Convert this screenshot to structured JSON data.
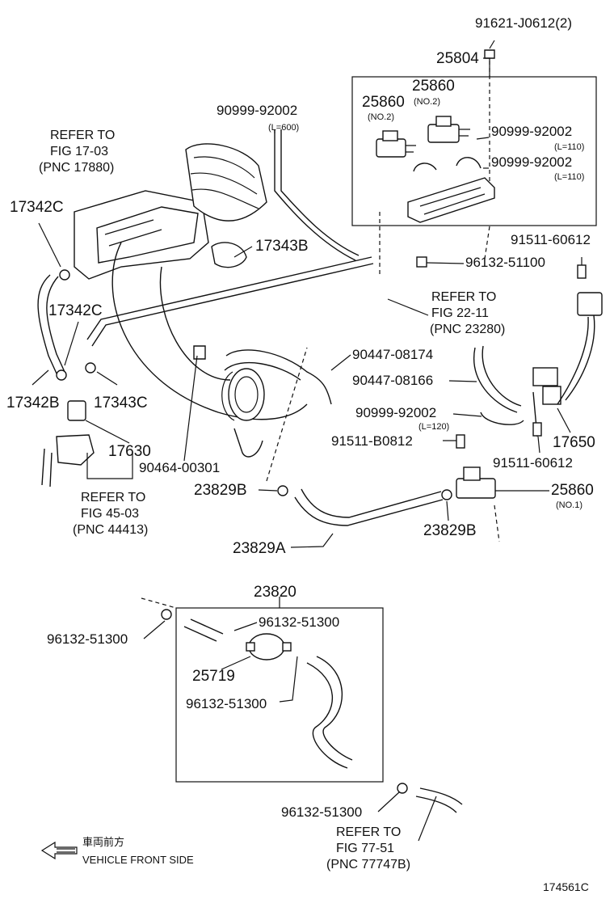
{
  "callouts": {
    "bolt_top": "91621-J0612(2)",
    "bracket_25804": "25804",
    "vsv_25860_title": "25860",
    "vsv_25860_title_sub": "(NO.2)",
    "vsv_25860_left": "25860",
    "vsv_25860_left_sub": "(NO.2)",
    "hose_90999_top": "90999-92002",
    "hose_90999_top_len": "(L=600)",
    "hose_90999_box1": "90999-92002",
    "hose_90999_box1_len": "(L=110)",
    "hose_90999_box2": "90999-92002",
    "hose_90999_box2_len": "(L=110)",
    "refer_17_line1": "REFER TO",
    "refer_17_line2": "FIG 17-03",
    "refer_17_line3": "(PNC 17880)",
    "hose_17342c_top": "17342C",
    "hose_17343b": "17343B",
    "bolt_91511_right": "91511-60612",
    "clip_96132_51100": "96132-51100",
    "refer_22_line1": "REFER TO",
    "refer_22_line2": "FIG 22-11",
    "refer_22_line3": "(PNC 23280)",
    "hose_17342c_mid": "17342C",
    "clamp_90447_08174": "90447-08174",
    "clamp_90447_08166": "90447-08166",
    "hose_17342b": "17342B",
    "hose_17343c": "17343C",
    "hose_90999_mid": "90999-92002",
    "hose_90999_mid_len": "(L=120)",
    "bolt_91511_b0812": "91511-B0812",
    "hose_17650": "17650",
    "sensor_17630": "17630",
    "clip_90464": "90464-00301",
    "bolt_91511_lower": "91511-60612",
    "refer_45_line1": "REFER TO",
    "refer_45_line2": "FIG 45-03",
    "refer_45_line3": "(PNC 44413)",
    "clamp_23829b_left": "23829B",
    "vsv_25860_no1": "25860",
    "vsv_25860_no1_sub": "(NO.1)",
    "clamp_23829b_right": "23829B",
    "hose_23829a": "23829A",
    "assy_23820": "23820",
    "clip_96132_left": "96132-51300",
    "clip_96132_box_top": "96132-51300",
    "filter_25719": "25719",
    "clip_96132_box_bottom": "96132-51300",
    "clip_96132_bottom": "96132-51300",
    "refer_77_line1": "REFER TO",
    "refer_77_line2": "FIG 77-51",
    "refer_77_line3": "(PNC 77747B)"
  },
  "legend": {
    "japanese": "車両前方",
    "english": "VEHICLE FRONT SIDE"
  },
  "figure_id": "174561C"
}
